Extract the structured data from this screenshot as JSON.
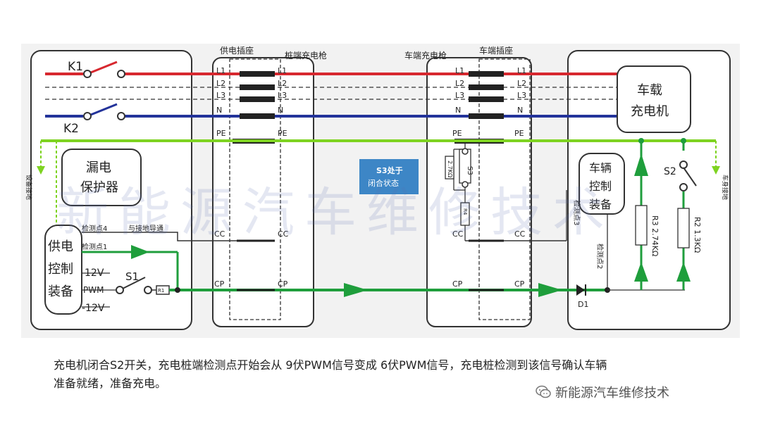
{
  "diagram": {
    "labels": {
      "k1": "K1",
      "k2": "K2",
      "supply_socket": "供电插座",
      "pile_gun": "桩端充电枪",
      "vehicle_gun": "车端充电枪",
      "vehicle_socket": "车端插座",
      "l1": "L1",
      "l2": "L2",
      "l3": "L3",
      "n": "N",
      "pe": "PE",
      "cc": "CC",
      "cp": "CP",
      "onboard_charger_1": "车载",
      "onboard_charger_2": "充电机",
      "leakage_1": "漏电",
      "leakage_2": "保护器",
      "supply_ctrl_1": "供电",
      "supply_ctrl_2": "控制",
      "supply_ctrl_3": "装备",
      "vehicle_ctrl_1": "车辆",
      "vehicle_ctrl_2": "控制",
      "vehicle_ctrl_3": "装备",
      "equipment_ground": "设备接地",
      "body_ground": "车身接地",
      "check_point_4": "检测点4",
      "ground_connect": "与接地导通",
      "check_point_1": "检测点1",
      "check_point_3": "检测点3",
      "check_point_2": "检测点2",
      "v12_top": "12V",
      "pwm": "PWM",
      "v12_bottom": "-12V",
      "s1": "S1",
      "s2": "S2",
      "s3": "S3",
      "r1": "R1",
      "r2": "R2 1.3KΩ",
      "r3": "R3 2.74KΩ",
      "r4": "R4",
      "r5": "2.7KΩ",
      "d1": "D1",
      "s3_state_1": "S3处于",
      "s3_state_2": "闭合状态"
    },
    "colors": {
      "phase": "#d7282f",
      "neutral": "#23339a",
      "ground": "#7ed321",
      "cp_line": "#1f9e3c",
      "note_box": "#3d86c6"
    }
  },
  "watermark": "新能源汽车维修技术",
  "caption": {
    "line1": "充电机闭合S2开关，充电桩端检测点开始会从 9伏PWM信号变成 6伏PWM信号，充电桩检测到该信号确认车辆",
    "line2": "准备就绪，准备充电。"
  },
  "footer": {
    "brand": "新能源汽车维修技术",
    "icon": "wechat-icon"
  }
}
